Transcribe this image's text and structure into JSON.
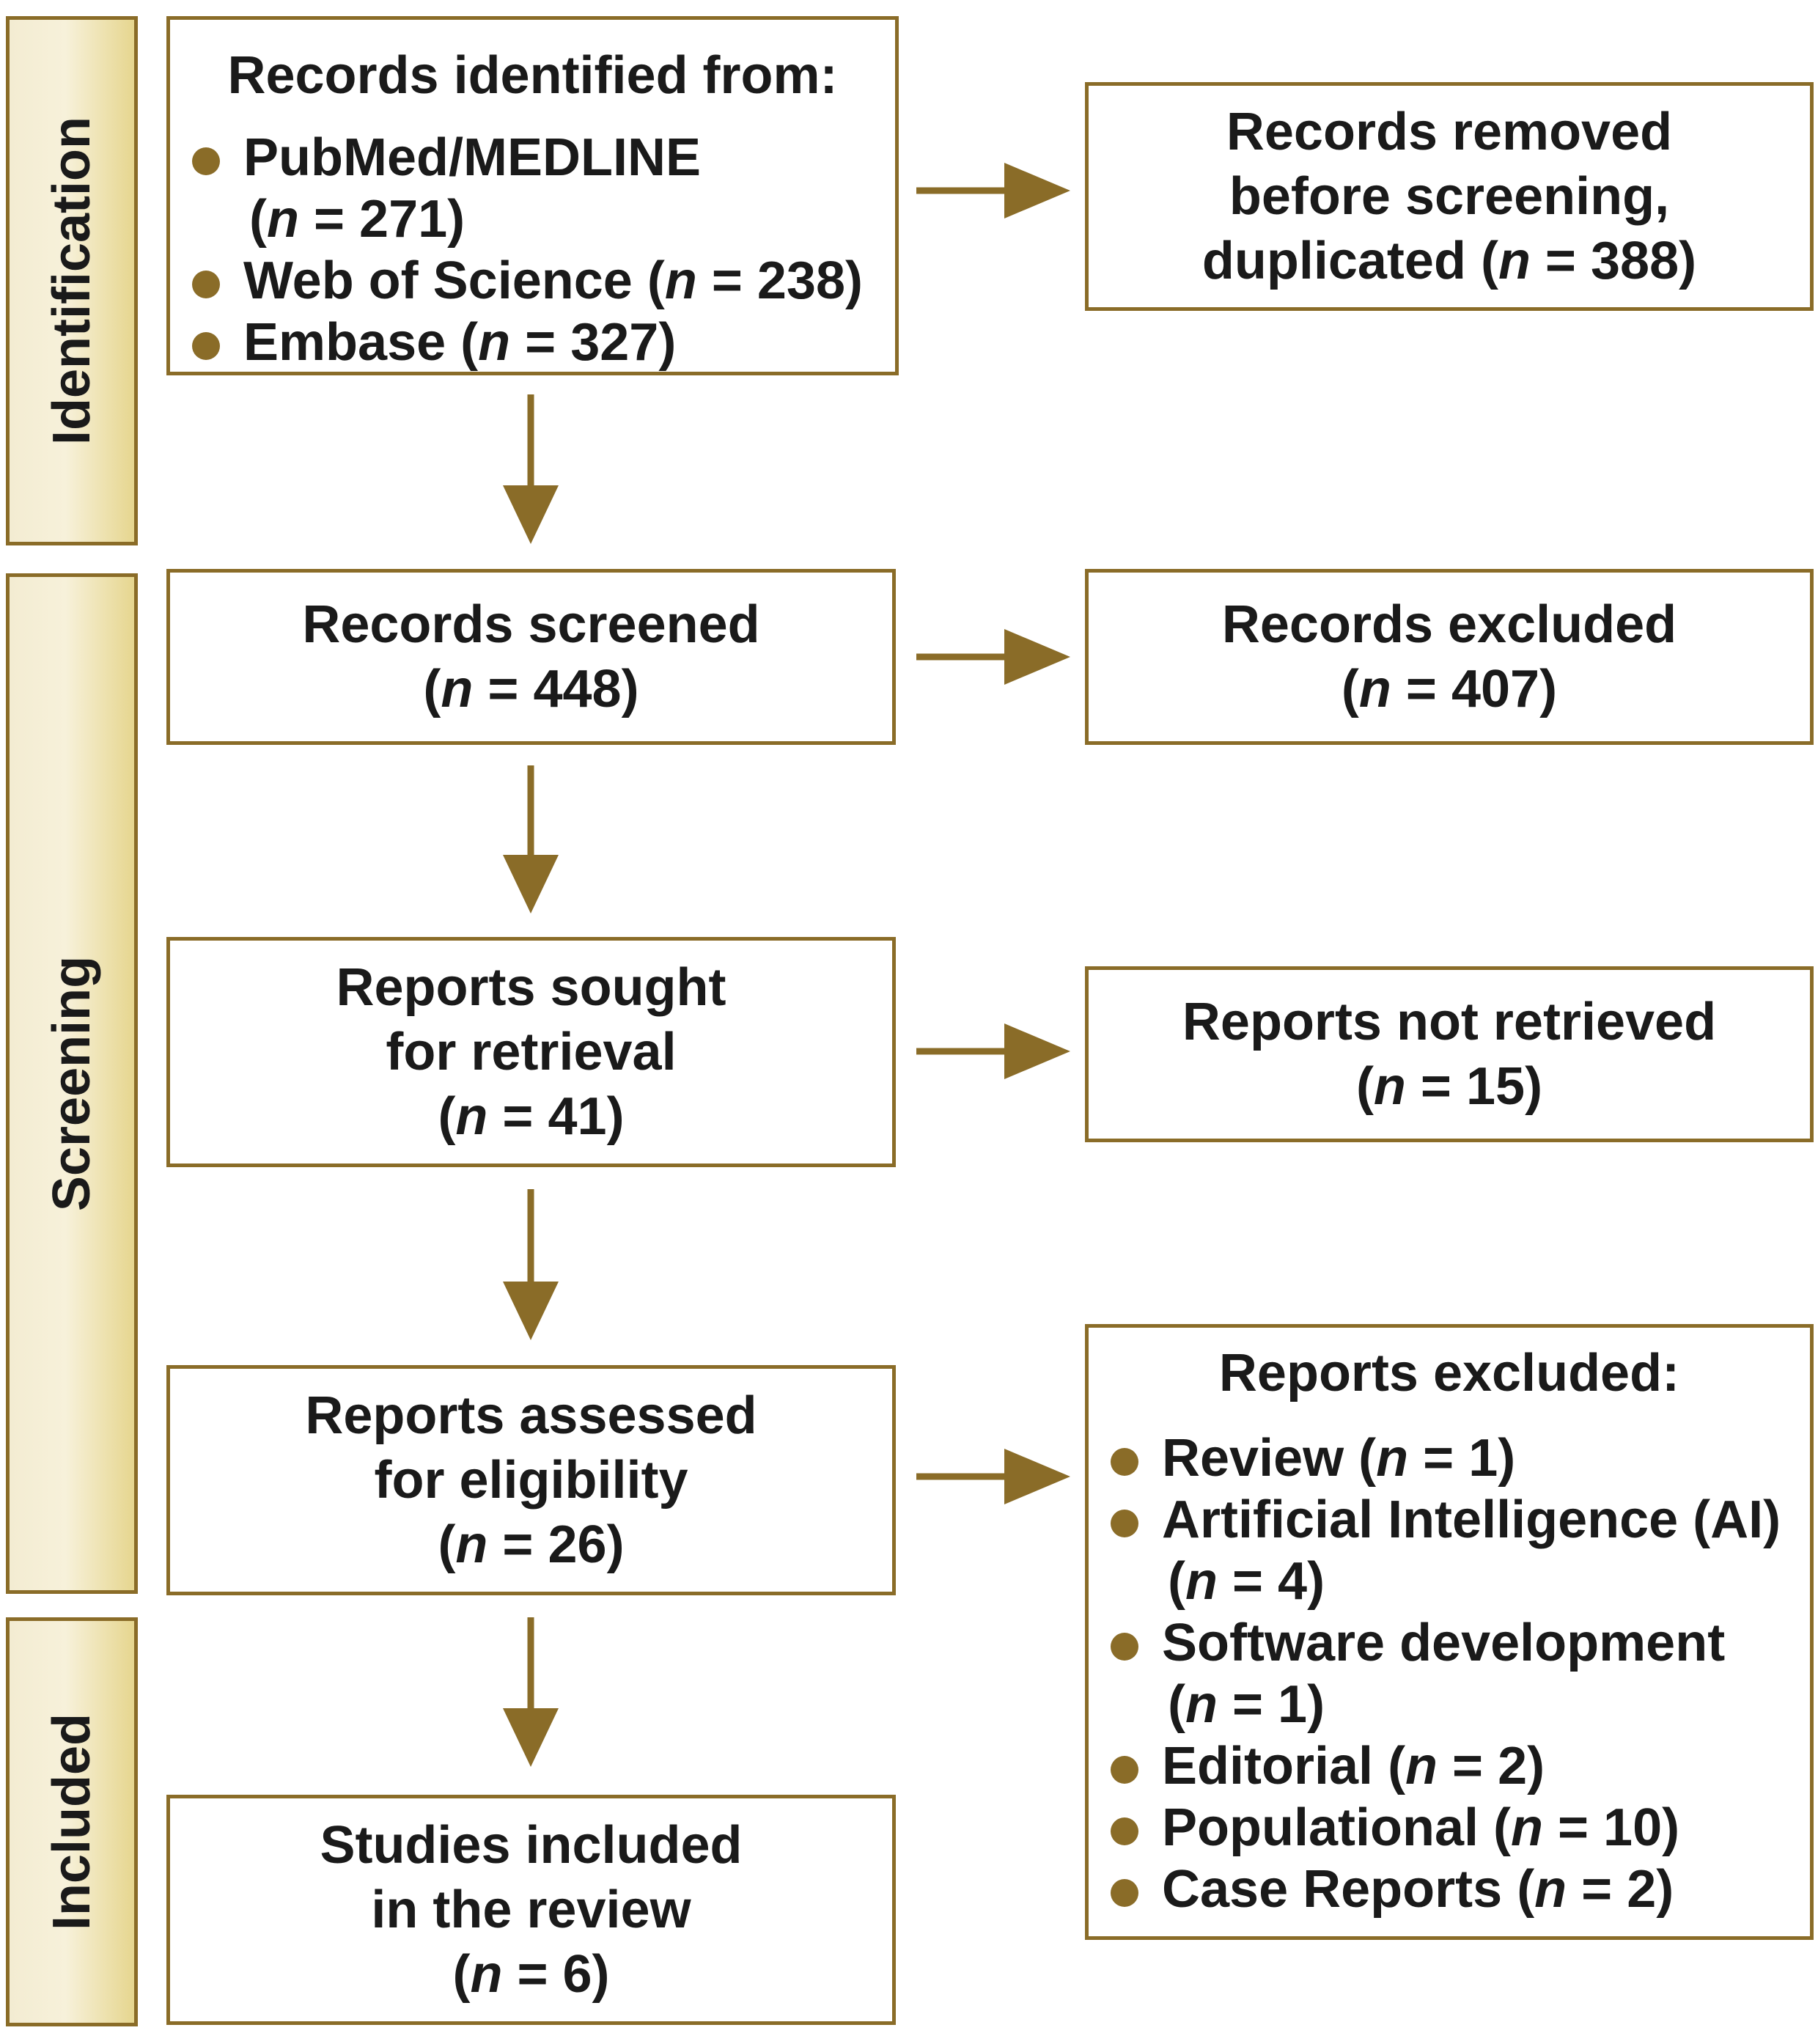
{
  "phases": {
    "identification": "Identification",
    "screening": "Screening",
    "included": "Included"
  },
  "identified": {
    "heading": "Records identified from:",
    "sources": [
      {
        "name": "PubMed/MEDLINE",
        "count": "271"
      },
      {
        "name": "Web of Science",
        "count": "238"
      },
      {
        "name": "Embase",
        "count": "327"
      }
    ]
  },
  "removed": {
    "lines": [
      "Records removed",
      "before screening,",
      "duplicated"
    ],
    "count": "388"
  },
  "screened": {
    "lines": [
      "Records screened"
    ],
    "count": "448"
  },
  "excluded_records": {
    "lines": [
      "Records excluded"
    ],
    "count": "407"
  },
  "sought": {
    "lines": [
      "Reports sought",
      "for retrieval"
    ],
    "count": "41"
  },
  "not_retrieved": {
    "lines": [
      "Reports not retrieved"
    ],
    "count": "15"
  },
  "assessed": {
    "lines": [
      "Reports assessed",
      "for eligibility"
    ],
    "count": "26"
  },
  "excluded_reports": {
    "heading": "Reports excluded:",
    "reasons": [
      {
        "name": "Review",
        "count": "1"
      },
      {
        "name": "Artificial Intelligence (AI)",
        "count": "4"
      },
      {
        "name": "Software development",
        "count": "1"
      },
      {
        "name": "Editorial",
        "count": "2"
      },
      {
        "name": "Populational",
        "count": "10"
      },
      {
        "name": "Case Reports",
        "count": "2"
      }
    ]
  },
  "included": {
    "lines": [
      "Studies included",
      "in the review"
    ],
    "count": "6"
  },
  "count_prefix": {
    "open": "(",
    "n": "n",
    "eq": " = ",
    "close": ")"
  },
  "colors": {
    "accent": "#8a6c28",
    "phase_fill": "#efe4b8"
  }
}
